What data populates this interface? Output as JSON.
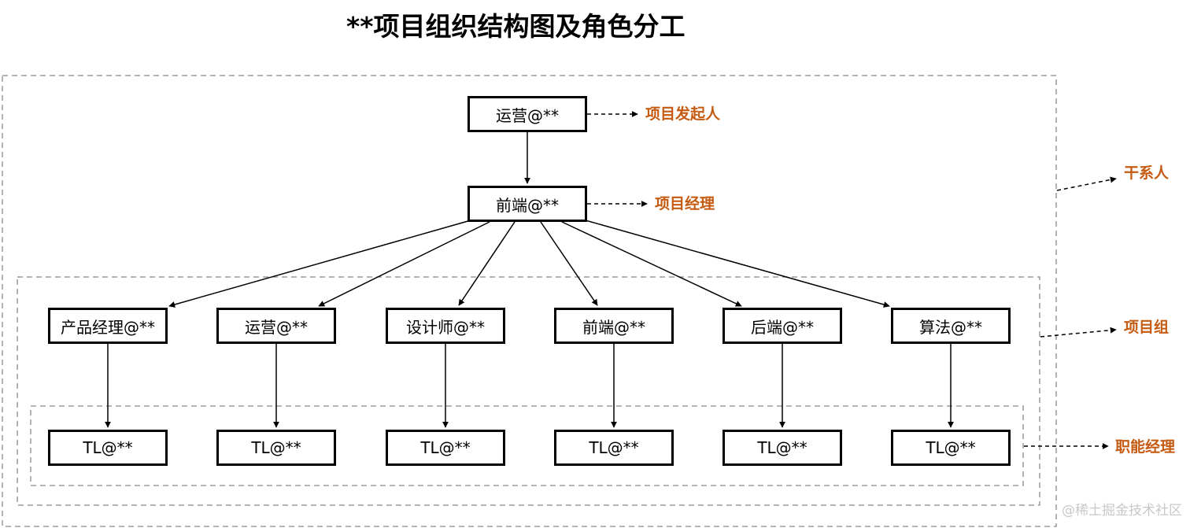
{
  "title": "**项目组织结构图及角色分工",
  "top": {
    "sponsor": "运营@**",
    "manager": "前端@**"
  },
  "team": [
    "产品经理@**",
    "运营@**",
    "设计师@**",
    "前端@**",
    "后端@**",
    "算法@**"
  ],
  "leads": [
    "TL@**",
    "TL@**",
    "TL@**",
    "TL@**",
    "TL@**",
    "TL@**"
  ],
  "labels": {
    "sponsor": "项目发起人",
    "manager": "项目经理",
    "stakeholders": "干系人",
    "team": "项目组",
    "functional": "职能经理"
  },
  "watermark": "@稀土掘金技术社区",
  "colors": {
    "label": "#c55a11",
    "line": "#000000",
    "dash": "#888888"
  }
}
